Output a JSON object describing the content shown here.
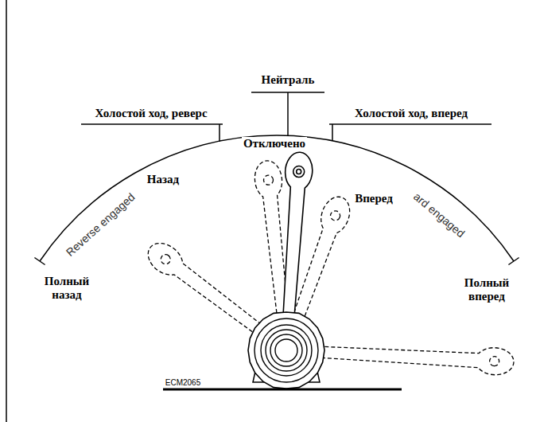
{
  "diagram": {
    "labels": [
      "Нейтраль",
      "Холостой ход, реверс",
      "Холостой ход, вперед",
      "Отключено",
      "Reverse engaged",
      "ard engaged",
      "Назад",
      "Вперед",
      "Полный назад",
      "Полный вперед",
      "ECM2065"
    ]
  }
}
